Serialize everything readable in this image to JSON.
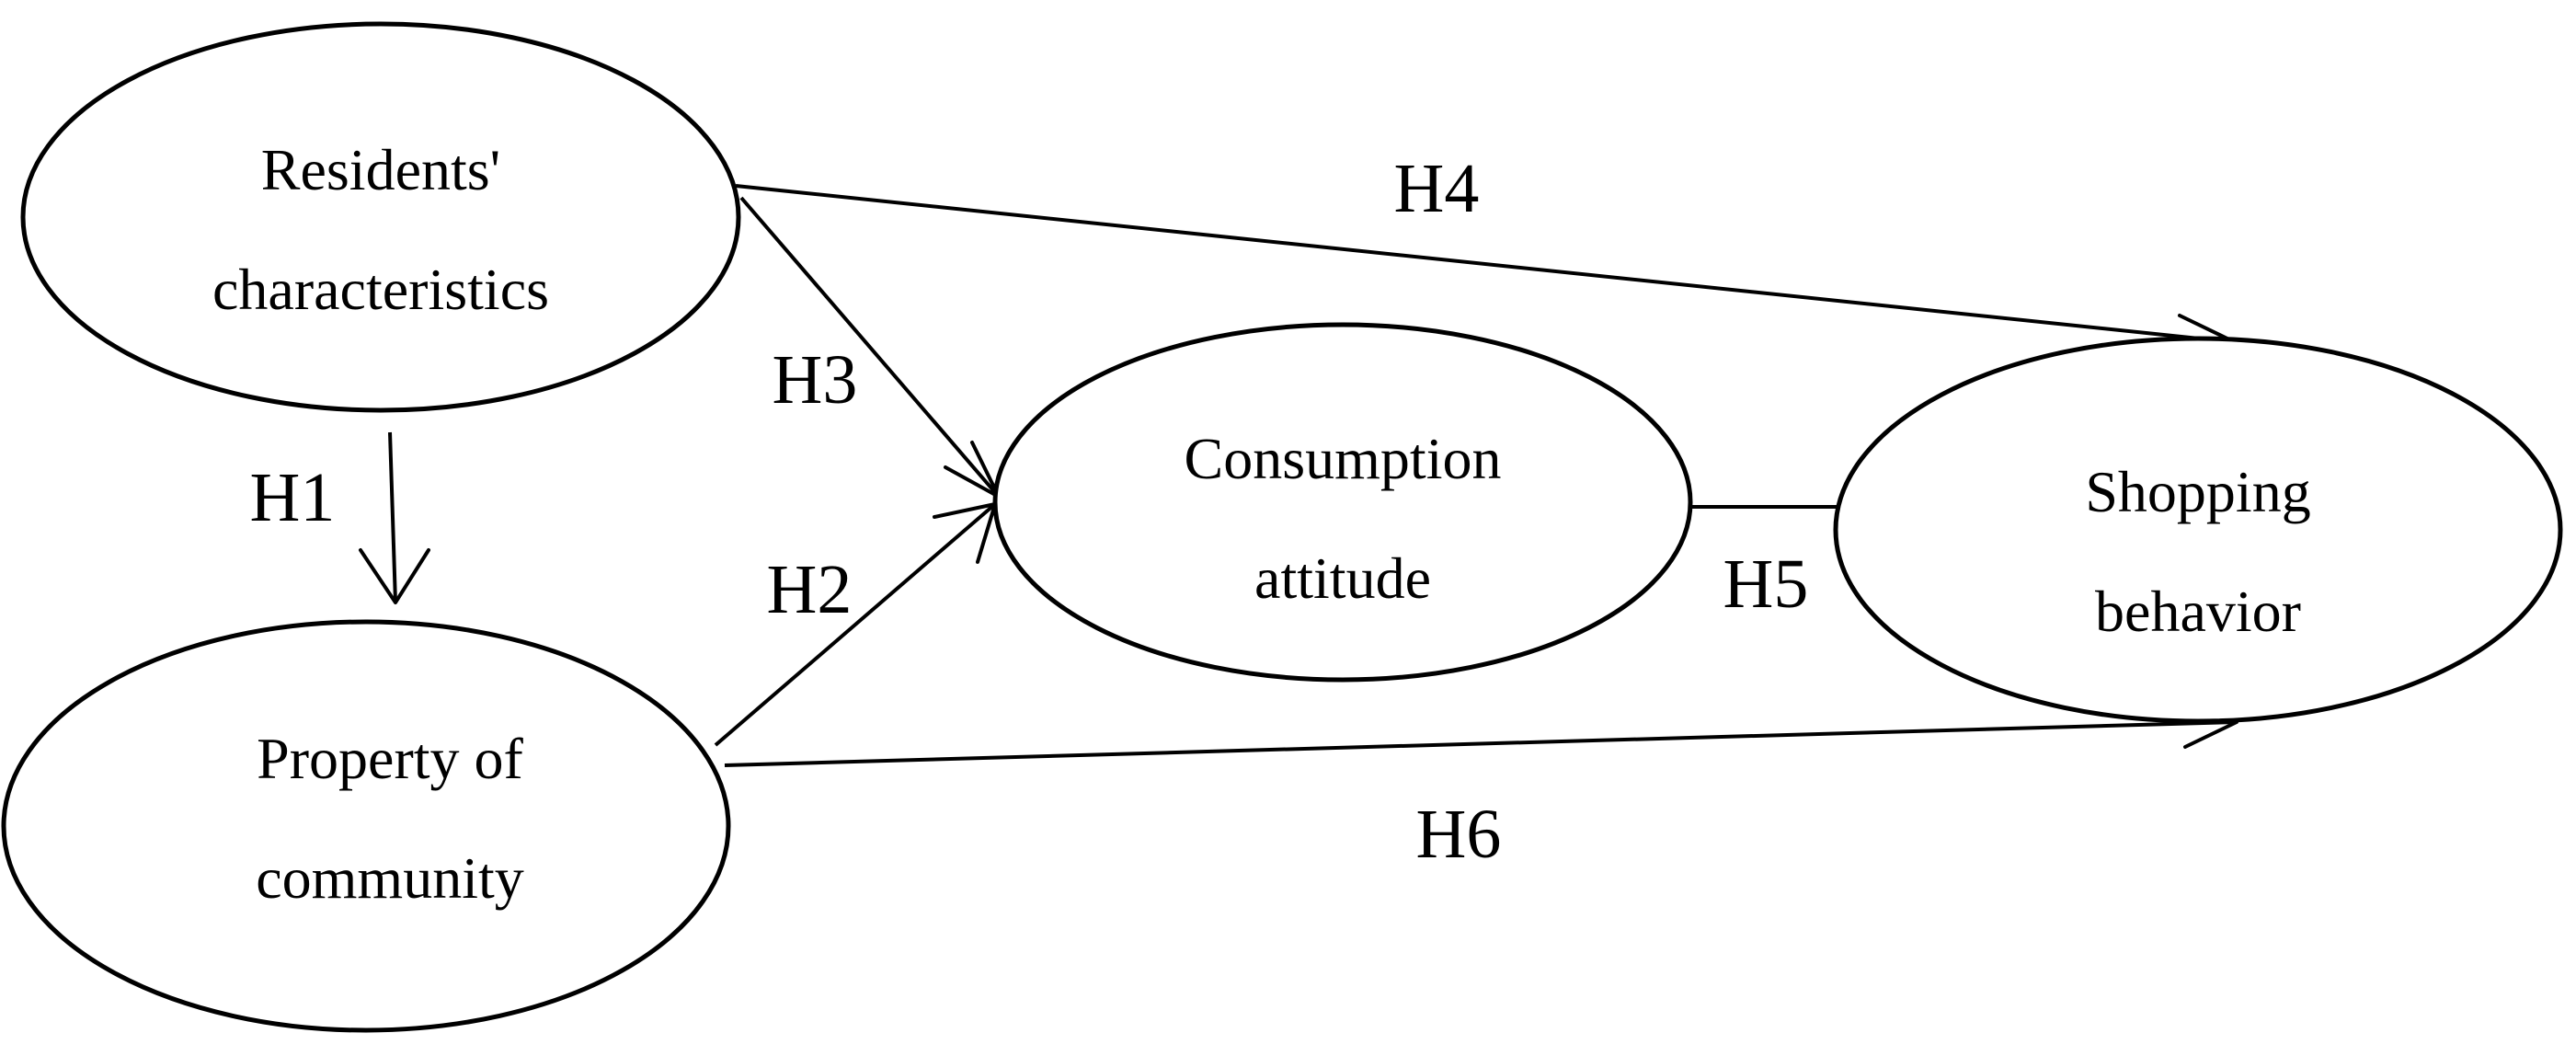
{
  "nodes": {
    "residents": {
      "line1": "Residents'",
      "line2": "characteristics"
    },
    "property": {
      "line1": "Property of",
      "line2": "community"
    },
    "consumption": {
      "line1": "Consumption",
      "line2": "attitude"
    },
    "shopping": {
      "line1": "Shopping",
      "line2": "behavior"
    }
  },
  "edges": {
    "h1": {
      "label": "H1",
      "from": "Residents' characteristics",
      "to": "Property of community"
    },
    "h2": {
      "label": "H2",
      "from": "Property of community",
      "to": "Consumption attitude"
    },
    "h3": {
      "label": "H3",
      "from": "Residents' characteristics",
      "to": "Consumption attitude"
    },
    "h4": {
      "label": "H4",
      "from": "Residents' characteristics",
      "to": "Shopping behavior"
    },
    "h5": {
      "label": "H5",
      "from": "Consumption attitude",
      "to": "Shopping behavior"
    },
    "h6": {
      "label": "H6",
      "from": "Property of community",
      "to": "Shopping behavior"
    }
  }
}
